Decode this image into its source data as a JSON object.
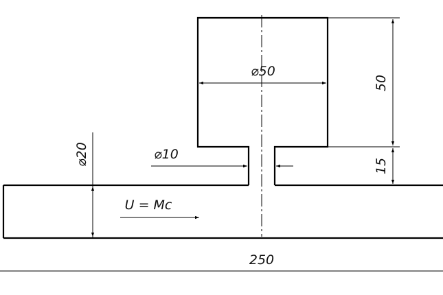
{
  "drawing": {
    "dimensions": {
      "cup_diameter": "⌀50",
      "cup_height": "50",
      "gap_height": "15",
      "orifice_diameter": "⌀10",
      "pipe_diameter": "⌀20",
      "pipe_length": "250"
    },
    "flow_label": "U = Mc",
    "colors": {
      "line": "#000000",
      "background": "#ffffff"
    }
  }
}
